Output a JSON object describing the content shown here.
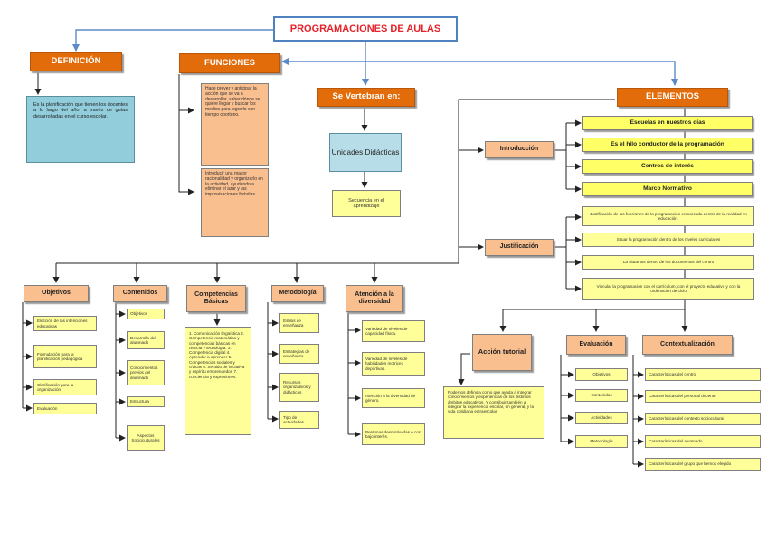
{
  "title": "PROGRAMACIONES DE AULAS",
  "definicion": {
    "label": "DEFINICIÓN",
    "text": "Es la planificación que tienen los docentes a lo largo del año, a través de guías desarrolladas en el curso escolar."
  },
  "funciones": {
    "label": "FUNCIONES",
    "items": [
      "Hace prever y anticipar la acción que se va a desarrollar, saber dónde se quiere llegar y buscar los medios para lograrlo con tiempo oportuno.",
      "Introducir una mayor racionalidad y organizarlo en la actividad, ayudando a eliminar el azar y las improvisaciones fortuitas."
    ]
  },
  "vertebran": {
    "label": "Se Vertebran en:",
    "unidades": "Unidades Didácticas",
    "secuencia": "Secuencia en el aprendizaje"
  },
  "elementos": {
    "label": "ELEMENTOS",
    "introduccion": {
      "label": "Introducción",
      "items": [
        "Escuelas en nuestros días",
        "Es el hilo conductor de la programación",
        "Centros de interés",
        "Marco Normativo"
      ]
    },
    "justificacion": {
      "label": "Justificación",
      "items": [
        "Justificación de las funciones de la programación enmarcada dentro de la realidad en educación.",
        "Situar la programación dentro de los niveles curriculares",
        "La situamos dentro de los documentos del centro",
        "Vincular la programación con el currículum, con el proyecto educativo y con la ordenación de ciclo"
      ]
    }
  },
  "objetivos": {
    "label": "Objetivos",
    "items": [
      "Elección de las intenciones educativas",
      "Formulación para la planificación pedagógica",
      "Clarificación para la organización",
      "Evaluación"
    ]
  },
  "contenidos": {
    "label": "Contenidos",
    "items": [
      "Objetivos",
      "Desarrollo del alumnado",
      "Conocimientos previos del alumnado",
      "Estructura",
      "Aspectos Socioculturales"
    ]
  },
  "competencias": {
    "label": "Competencias Básicas",
    "text": "1. Comunicación lingüística 2. Competencia matemática y competencias básicas en ciencia y tecnología. 3. Competencia digital 4. Aprender a aprender 5. Competencias sociales y cívicas 6. Sentido de iniciativa y espíritu emprendedor. 7. conciencia y expresiones."
  },
  "metodologia": {
    "label": "Metodología",
    "items": [
      "Estilos de enseñanza",
      "Estrategias de enseñanza",
      "Recursos organizativos y didácticos",
      "Tipo de actividades"
    ]
  },
  "atencion": {
    "label": "Atención a la diversidad",
    "items": [
      "Variedad de niveles de capacidad física.",
      "Variedad de niveles de habilidades motrices deportivas.",
      "Atención a la diversidad de género.",
      "Personas desmotivadas o con bajo interés."
    ]
  },
  "accion": {
    "label": "Acción tutorial",
    "text": "Podemos definirla como que ayuda a integrar conocimientos y experiencias de los distintos ámbitos educativos. Y contribuir también a integrar la experiencia escolar, en general, y la vida cotidiana extraescolar."
  },
  "evaluacion": {
    "label": "Evaluación",
    "items": [
      "Objetivos",
      "Contenidos",
      "Actividades",
      "Metodología"
    ]
  },
  "contextualizacion": {
    "label": "Contextualización",
    "items": [
      "Características del centro",
      "Características del personal docente",
      "Características del contexto sociocultural",
      "Características del alumnado",
      "Características del grupo que hemos elegido"
    ]
  },
  "colors": {
    "title_border": "#4e81bd",
    "title_text": "#e4232b",
    "header_orange": "#e36c0a",
    "salmon": "#fabf8f",
    "yellow": "#ffff99",
    "blue": "#92cddc",
    "arrow_blue": "#5b8ac6"
  }
}
